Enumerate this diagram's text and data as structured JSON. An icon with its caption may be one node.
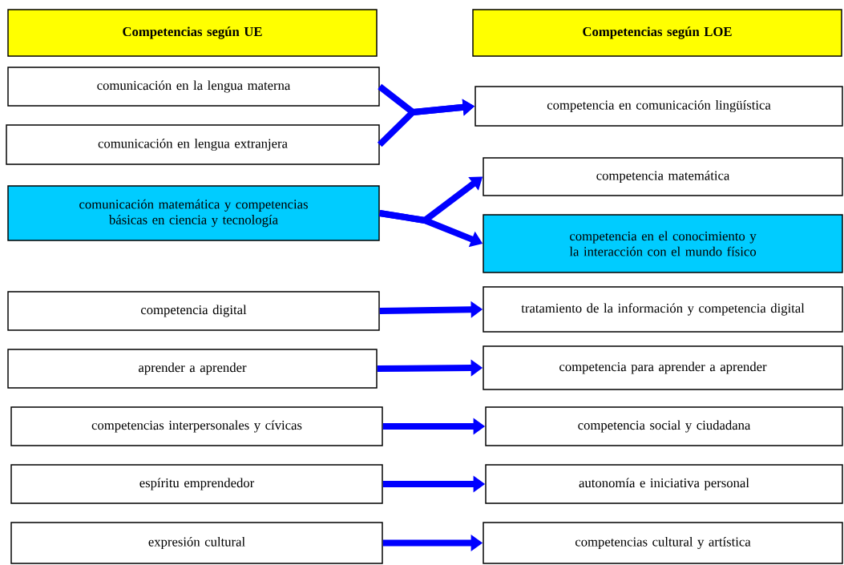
{
  "diagram": {
    "nodes": [
      {
        "text": [
          "Competencias según UE"
        ]
      },
      {
        "text": [
          "Competencias según LOE"
        ]
      },
      {
        "text": [
          "comunicación en la lengua materna"
        ]
      },
      {
        "text": [
          "competencia en comunicación lingüística"
        ]
      },
      {
        "text": [
          "comunicación en lengua extranjera"
        ]
      },
      {
        "text": [
          "competencia matemática"
        ]
      },
      {
        "text": [
          "comunicación matemática y competencias básicas en ciencia y tecnología"
        ]
      },
      {
        "text": [
          "competencia en el conocimiento y la interacción con el mundo físico"
        ]
      },
      {
        "text": [
          "competencia digital"
        ]
      },
      {
        "text": [
          "tratamiento de la información y competencia digital"
        ]
      },
      {
        "text": [
          "aprender a aprender"
        ]
      },
      {
        "text": [
          "competencia para aprender a aprender"
        ]
      },
      {
        "text": [
          "competencias interpersonales y cívicas"
        ]
      },
      {
        "text": [
          "competencia social y ciudadana"
        ]
      },
      {
        "text": [
          "espíritu emprendedor"
        ]
      },
      {
        "text": [
          "autonomía e iniciativa personal"
        ]
      },
      {
        "text": [
          "expresión cultural"
        ]
      },
      {
        "text": [
          "competencias cultural y artística"
        ]
      }
    ],
    "edges": [
      {
        "from": 2,
        "to": 3,
        "arrow": "to"
      },
      {
        "from": 4,
        "to": 3,
        "arrow": "to"
      },
      {
        "from": 6,
        "to": 5,
        "arrow": "to"
      },
      {
        "from": 6,
        "to": 7,
        "arrow": "to"
      },
      {
        "from": 8,
        "to": 9,
        "arrow": "to"
      },
      {
        "from": 10,
        "to": 11,
        "arrow": "to"
      },
      {
        "from": 12,
        "to": 13,
        "arrow": "to"
      },
      {
        "from": 14,
        "to": 15,
        "arrow": "to"
      },
      {
        "from": 16,
        "to": 17,
        "arrow": "to"
      }
    ]
  }
}
